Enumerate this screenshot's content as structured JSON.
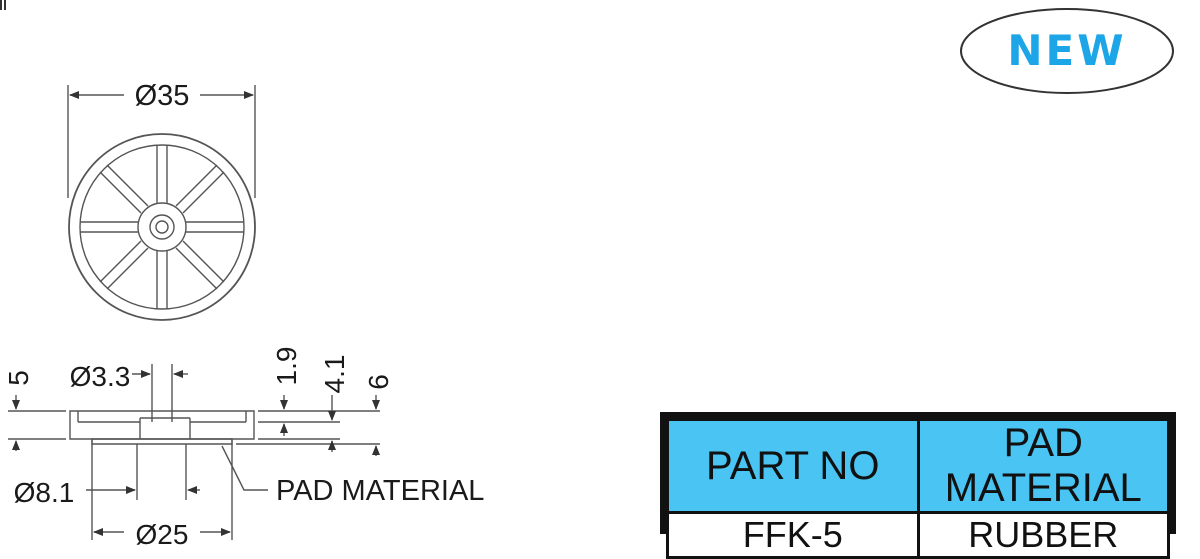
{
  "badge": {
    "label": "NEW",
    "color": "#1ca6e8"
  },
  "dimensions": {
    "outer_diameter": "Ø35",
    "hole_diameter": "Ø3.3",
    "hub_diameter": "Ø8.1",
    "pad_diameter": "Ø25",
    "pad_thickness": "1.9",
    "body_height": "4.1",
    "total_height": "6",
    "edge_height": "5"
  },
  "callouts": {
    "pad": "PAD MATERIAL"
  },
  "table": {
    "headers": [
      "PART NO",
      "PAD MATERIAL"
    ],
    "rows": [
      [
        "FFK-5",
        "RUBBER"
      ]
    ],
    "header_color": "#49c4f3"
  }
}
